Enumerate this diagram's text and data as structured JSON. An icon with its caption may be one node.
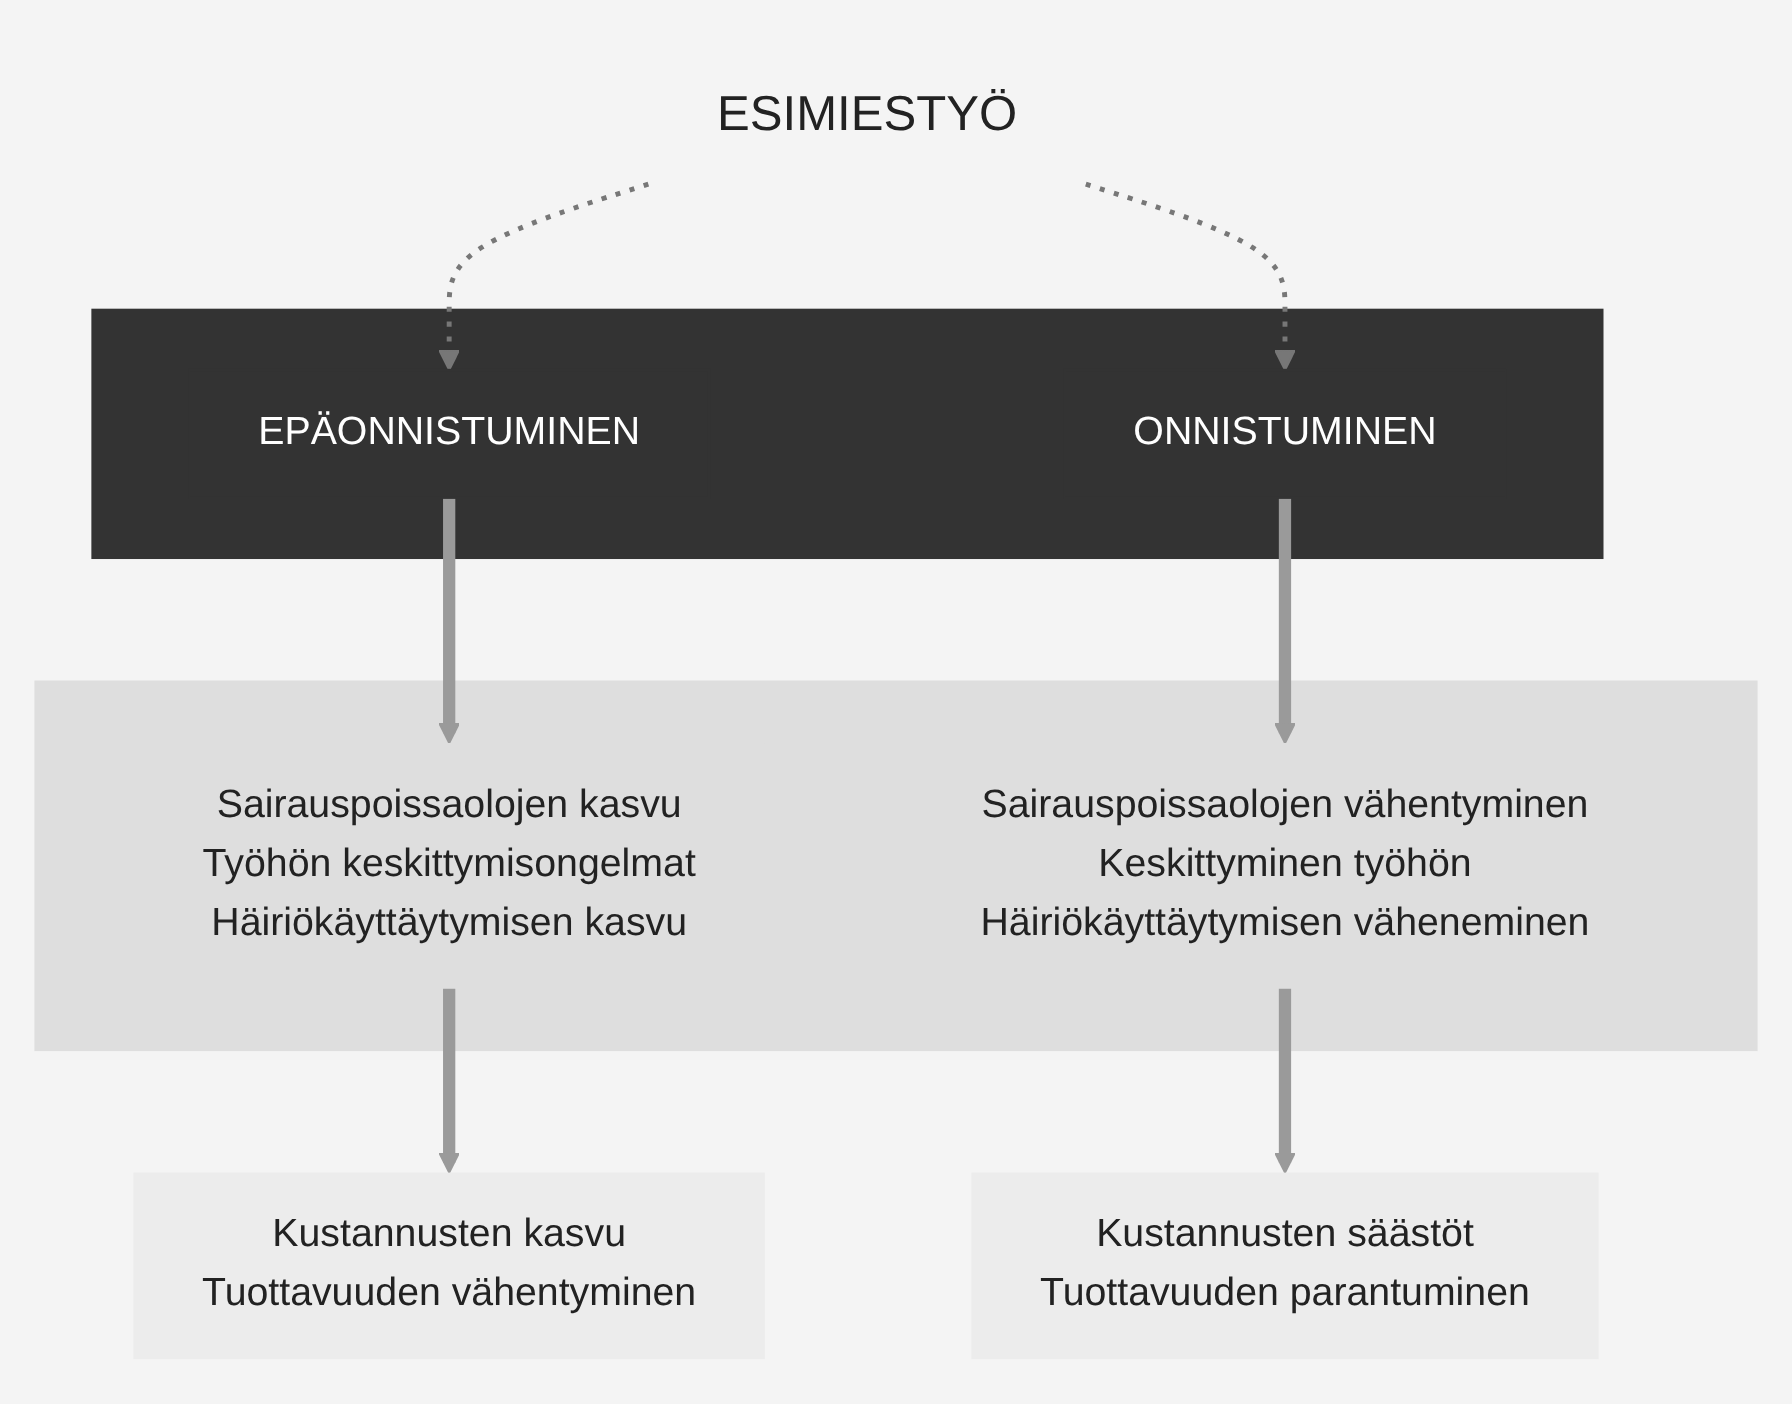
{
  "diagram": {
    "nodes": [
      {
        "text": [
          "ESIMIESTYÖ"
        ]
      },
      {
        "text": [],
        "shape": "bar"
      },
      {
        "text": [
          "EPÄONNISTUMINEN"
        ],
        "in": 1
      },
      {
        "text": [
          "ONNISTUMINEN"
        ],
        "in": 1
      },
      {
        "text": [],
        "shape": "box"
      },
      {
        "text": [
          "Sairauspoissaolojen kasvu",
          "Työhön keskittymisongelmat",
          "Häiriökäyttäytymisen kasvu"
        ],
        "in": 4
      },
      {
        "text": [
          "Sairauspoissaolojen vähentyminen",
          "Keskittyminen työhön",
          "Häiriökäyttäytymisen väheneminen"
        ],
        "in": 4
      },
      {
        "text": [
          "Kustannusten kasvu",
          "Tuottavuuden vähentyminen"
        ]
      },
      {
        "text": [
          "Kustannusten säästöt",
          "Tuottavuuden parantuminen"
        ]
      }
    ],
    "edges": [
      {
        "from": 0,
        "to": 2,
        "arrow": "to",
        "style": "dashed"
      },
      {
        "from": 0,
        "to": 3,
        "arrow": "to",
        "style": "dashed"
      },
      {
        "from": 2,
        "to": 5,
        "arrow": "to"
      },
      {
        "from": 3,
        "to": 6,
        "arrow": "to"
      },
      {
        "from": 5,
        "to": 7,
        "arrow": "to"
      },
      {
        "from": 6,
        "to": 8,
        "arrow": "to"
      }
    ]
  }
}
